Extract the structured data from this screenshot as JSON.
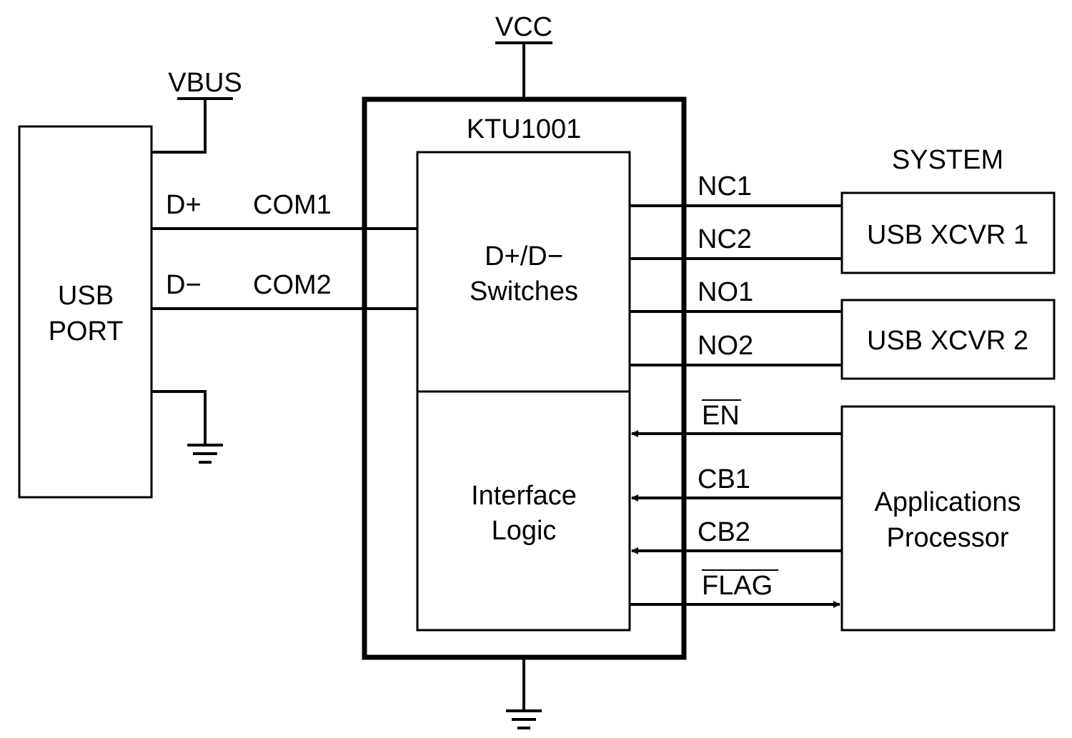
{
  "power": {
    "vcc": "VCC",
    "vbus": "VBUS"
  },
  "usb_port": {
    "line1": "USB",
    "line2": "PORT"
  },
  "chip": {
    "title": "KTU1001"
  },
  "switches_block": {
    "line1": "D+/D−",
    "line2": "Switches"
  },
  "logic_block": {
    "line1": "Interface",
    "line2": "Logic"
  },
  "left_signals": {
    "dplus": "D+",
    "com1": "COM1",
    "dminus": "D−",
    "com2": "COM2"
  },
  "right_signals": {
    "nc1": "NC1",
    "nc2": "NC2",
    "no1": "NO1",
    "no2": "NO2",
    "en": "EN",
    "cb1": "CB1",
    "cb2": "CB2",
    "flag": "FLAG"
  },
  "system": {
    "label": "SYSTEM",
    "xcvr1": "USB XCVR 1",
    "xcvr2": "USB XCVR 2",
    "processor_line1": "Applications",
    "processor_line2": "Processor"
  }
}
